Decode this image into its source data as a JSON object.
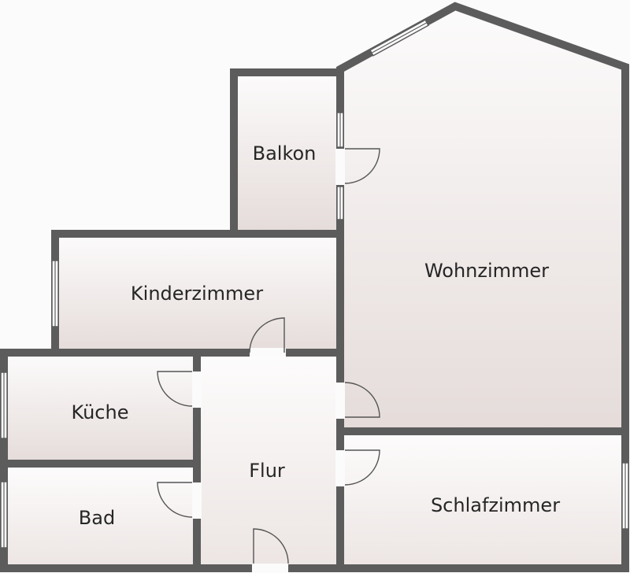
{
  "rooms": {
    "balkon": "Balkon",
    "wohnzimmer": "Wohnzimmer",
    "kinderzimmer": "Kinderzimmer",
    "kueche": "Küche",
    "flur": "Flur",
    "bad": "Bad",
    "schlafzimmer": "Schlafzimmer"
  },
  "colors": {
    "wall": "#5c5c5c",
    "room_fill_light": "#fbfafa",
    "room_fill_dark": "#e6dedc",
    "background": "#fbfbfb"
  }
}
